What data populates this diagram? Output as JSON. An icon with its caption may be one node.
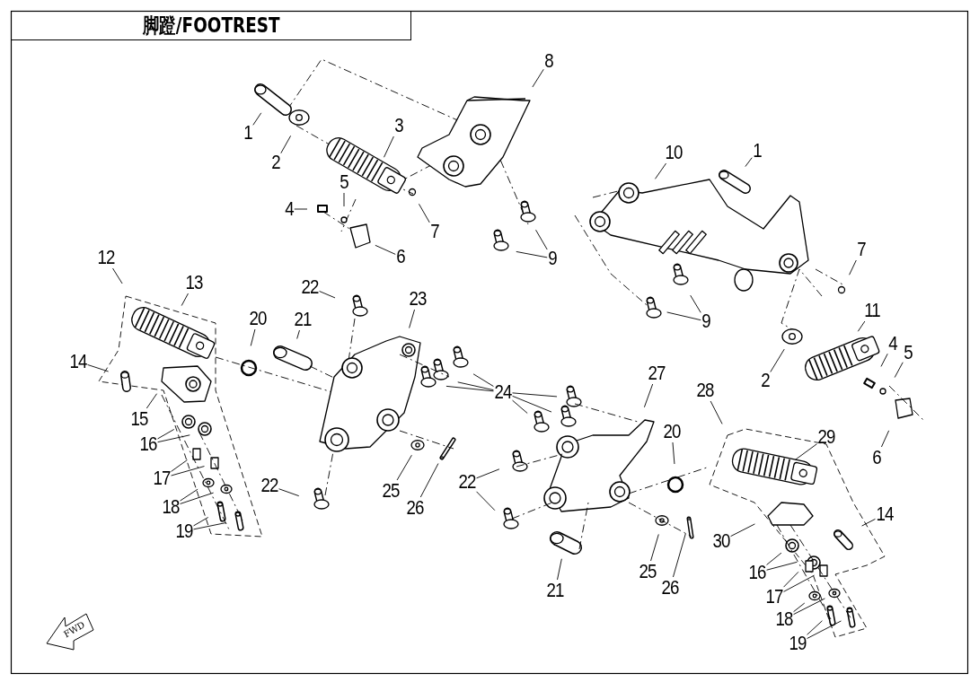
{
  "diagram": {
    "title": "脚蹬/FOOTREST",
    "nodes": [
      {
        "text": [
          "1"
        ]
      },
      {
        "text": [
          "2"
        ]
      },
      {
        "text": [
          "3"
        ]
      },
      {
        "text": [
          "4"
        ]
      },
      {
        "text": [
          "5"
        ]
      },
      {
        "text": [
          "6"
        ]
      },
      {
        "text": [
          "7"
        ]
      },
      {
        "text": [
          "8"
        ]
      },
      {
        "text": [
          "9"
        ]
      },
      {
        "text": [
          "10"
        ]
      },
      {
        "text": [
          "1"
        ]
      },
      {
        "text": [
          "7"
        ]
      },
      {
        "text": [
          "9"
        ]
      },
      {
        "text": [
          "11"
        ]
      },
      {
        "text": [
          "2"
        ]
      },
      {
        "text": [
          "4"
        ]
      },
      {
        "text": [
          "5"
        ]
      },
      {
        "text": [
          "6"
        ]
      },
      {
        "text": [
          "12"
        ]
      },
      {
        "text": [
          "13"
        ]
      },
      {
        "text": [
          "14"
        ]
      },
      {
        "text": [
          "15"
        ]
      },
      {
        "text": [
          "16"
        ]
      },
      {
        "text": [
          "17"
        ]
      },
      {
        "text": [
          "18"
        ]
      },
      {
        "text": [
          "19"
        ]
      },
      {
        "text": [
          "20"
        ]
      },
      {
        "text": [
          "21"
        ]
      },
      {
        "text": [
          "22"
        ]
      },
      {
        "text": [
          "23"
        ]
      },
      {
        "text": [
          "24"
        ]
      },
      {
        "text": [
          "22"
        ]
      },
      {
        "text": [
          "25"
        ]
      },
      {
        "text": [
          "26"
        ]
      },
      {
        "text": [
          "27"
        ]
      },
      {
        "text": [
          "22"
        ]
      },
      {
        "text": [
          "20"
        ]
      },
      {
        "text": [
          "28"
        ]
      },
      {
        "text": [
          "29"
        ]
      },
      {
        "text": [
          "21"
        ]
      },
      {
        "text": [
          "25"
        ]
      },
      {
        "text": [
          "26"
        ]
      },
      {
        "text": [
          "30"
        ]
      },
      {
        "text": [
          "14"
        ]
      },
      {
        "text": [
          "16"
        ]
      },
      {
        "text": [
          "17"
        ]
      },
      {
        "text": [
          "18"
        ]
      },
      {
        "text": [
          "19"
        ]
      }
    ],
    "edges": [
      {
        "from": 0,
        "to": null,
        "arrow": "none"
      },
      {
        "from": 1,
        "to": null,
        "arrow": "none"
      },
      {
        "from": 2,
        "to": null,
        "arrow": "none"
      },
      {
        "from": 3,
        "to": null,
        "arrow": "none"
      },
      {
        "from": 4,
        "to": null,
        "arrow": "none"
      },
      {
        "from": 5,
        "to": null,
        "arrow": "none"
      },
      {
        "from": 6,
        "to": null,
        "arrow": "none"
      },
      {
        "from": 7,
        "to": null,
        "arrow": "none"
      },
      {
        "from": 8,
        "to": null,
        "arrow": "none"
      },
      {
        "from": 8,
        "to": null,
        "arrow": "none"
      },
      {
        "from": 9,
        "to": null,
        "arrow": "none"
      },
      {
        "from": 10,
        "to": null,
        "arrow": "none"
      },
      {
        "from": 11,
        "to": null,
        "arrow": "none"
      },
      {
        "from": 12,
        "to": null,
        "arrow": "none"
      },
      {
        "from": 12,
        "to": null,
        "arrow": "none"
      },
      {
        "from": 13,
        "to": null,
        "arrow": "none"
      },
      {
        "from": 14,
        "to": null,
        "arrow": "none"
      },
      {
        "from": 15,
        "to": null,
        "arrow": "none"
      },
      {
        "from": 16,
        "to": null,
        "arrow": "none"
      },
      {
        "from": 17,
        "to": null,
        "arrow": "none"
      },
      {
        "from": 18,
        "to": null,
        "arrow": "none"
      },
      {
        "from": 19,
        "to": null,
        "arrow": "none"
      },
      {
        "from": 20,
        "to": null,
        "arrow": "none"
      },
      {
        "from": 21,
        "to": null,
        "arrow": "none"
      },
      {
        "from": 22,
        "to": null,
        "arrow": "none"
      },
      {
        "from": 22,
        "to": null,
        "arrow": "none"
      },
      {
        "from": 23,
        "to": null,
        "arrow": "none"
      },
      {
        "from": 23,
        "to": null,
        "arrow": "none"
      },
      {
        "from": 24,
        "to": null,
        "arrow": "none"
      },
      {
        "from": 24,
        "to": null,
        "arrow": "none"
      },
      {
        "from": 25,
        "to": null,
        "arrow": "none"
      },
      {
        "from": 25,
        "to": null,
        "arrow": "none"
      },
      {
        "from": 26,
        "to": null,
        "arrow": "none"
      },
      {
        "from": 27,
        "to": null,
        "arrow": "none"
      },
      {
        "from": 28,
        "to": null,
        "arrow": "none"
      },
      {
        "from": 29,
        "to": null,
        "arrow": "none"
      },
      {
        "from": 30,
        "to": null,
        "arrow": "none"
      },
      {
        "from": 30,
        "to": null,
        "arrow": "none"
      },
      {
        "from": 30,
        "to": null,
        "arrow": "none"
      },
      {
        "from": 30,
        "to": null,
        "arrow": "none"
      },
      {
        "from": 30,
        "to": null,
        "arrow": "none"
      },
      {
        "from": 30,
        "to": null,
        "arrow": "none"
      },
      {
        "from": 31,
        "to": null,
        "arrow": "none"
      },
      {
        "from": 32,
        "to": null,
        "arrow": "none"
      },
      {
        "from": 33,
        "to": null,
        "arrow": "none"
      },
      {
        "from": 34,
        "to": null,
        "arrow": "none"
      },
      {
        "from": 35,
        "to": null,
        "arrow": "none"
      },
      {
        "from": 35,
        "to": null,
        "arrow": "none"
      },
      {
        "from": 36,
        "to": null,
        "arrow": "none"
      },
      {
        "from": 37,
        "to": null,
        "arrow": "none"
      },
      {
        "from": 38,
        "to": null,
        "arrow": "none"
      },
      {
        "from": 39,
        "to": null,
        "arrow": "none"
      },
      {
        "from": 40,
        "to": null,
        "arrow": "none"
      },
      {
        "from": 41,
        "to": null,
        "arrow": "none"
      },
      {
        "from": 42,
        "to": null,
        "arrow": "none"
      },
      {
        "from": 43,
        "to": null,
        "arrow": "none"
      },
      {
        "from": 44,
        "to": null,
        "arrow": "none"
      },
      {
        "from": 44,
        "to": null,
        "arrow": "none"
      },
      {
        "from": 45,
        "to": null,
        "arrow": "none"
      },
      {
        "from": 45,
        "to": null,
        "arrow": "none"
      },
      {
        "from": 46,
        "to": null,
        "arrow": "none"
      },
      {
        "from": 46,
        "to": null,
        "arrow": "none"
      },
      {
        "from": 47,
        "to": null,
        "arrow": "none"
      },
      {
        "from": 47,
        "to": null,
        "arrow": "none"
      }
    ],
    "labels": [
      "FWD"
    ]
  }
}
